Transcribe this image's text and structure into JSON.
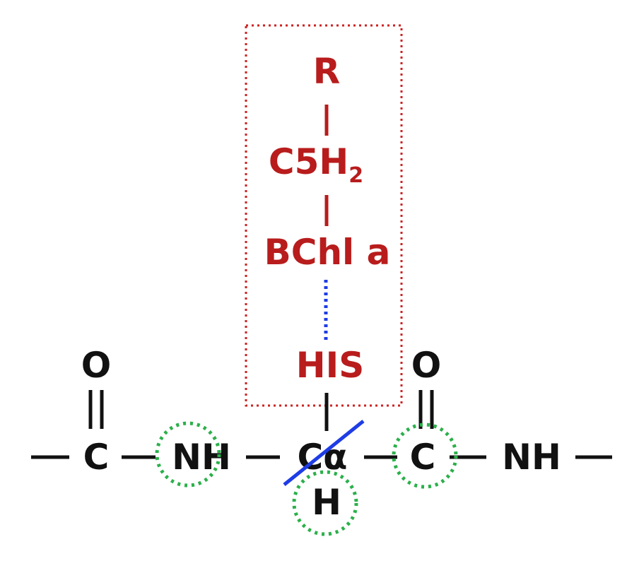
{
  "colors": {
    "backbone": "#111111",
    "side_chain": "#b81c1c",
    "box_outline": "#cc2222",
    "interaction": "#1e3ce6",
    "highlight_circle": "#2bb04a"
  },
  "side_chain": {
    "r": "R",
    "c5_main": "C5H",
    "c5_subscript": "2",
    "bchl": "BChl a",
    "his": "HIS"
  },
  "backbone": {
    "carbonyl_oxygen_1": "O",
    "carbon_1": "C",
    "amide_1": "NH",
    "c_alpha": "Cα",
    "alpha_hydrogen": "H",
    "carbonyl_oxygen_2": "O",
    "carbon_2": "C",
    "amide_2": "NH"
  }
}
